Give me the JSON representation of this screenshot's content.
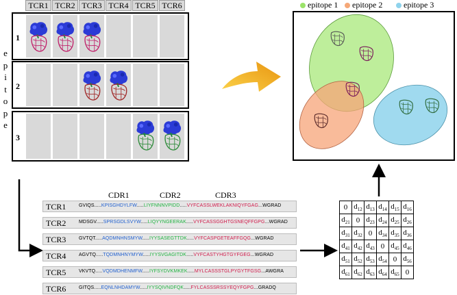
{
  "tcr_headers": [
    "TCR1",
    "TCR2",
    "TCR3",
    "TCR4",
    "TCR5",
    "TCR6"
  ],
  "epitope_label_letters": [
    "e",
    "p",
    "i",
    "t",
    "o",
    "p",
    "e"
  ],
  "rows": [
    {
      "num": "1",
      "filled": [
        0,
        1,
        2
      ]
    },
    {
      "num": "2",
      "filled": [
        2,
        3
      ]
    },
    {
      "num": "3",
      "filled": [
        4,
        5
      ]
    }
  ],
  "legend": [
    {
      "label": "epitope 1",
      "color": "#9be36a"
    },
    {
      "label": "epitope 2",
      "color": "#f5a878"
    },
    {
      "label": "epitope 3",
      "color": "#8fd3ec"
    }
  ],
  "colors": {
    "cdr1": "#1f5fcf",
    "cdr2": "#1fb340",
    "cdr3": "#d01a4a",
    "mol_blue": "#2b3bd6",
    "mol_pink": "#c0206a",
    "mol_red": "#a02828",
    "mol_green": "#2e8b3a",
    "arrow_orange": "#f6b020"
  },
  "cdr_headers": {
    "cdr1": "CDR1",
    "cdr2": "CDR2",
    "cdr3": "CDR3"
  },
  "sequences": [
    {
      "name": "TCR1",
      "pre": "GVIQS",
      "c1": "KPISGHDYLFW",
      "c2": "LIYFNNNVPIDD",
      "c3": "VYFCASSLWEKLAKNIQYFGAG",
      "post": "WGRAD"
    },
    {
      "name": "TCR2",
      "pre": "MDSGV",
      "c1": "SPRSGDLSVYW",
      "c2": "LIQYYNGEERAK",
      "c3": "VYFCASSGGHTGSNEQFFGPG",
      "post": "WGRAD"
    },
    {
      "name": "TCR3",
      "pre": "GVTQT",
      "c1": "AQDMNHNSMYW",
      "c2": "IYYSASEGTTDK",
      "c3": "VYFCASPGETEAFFGQG",
      "post": "WGRAD"
    },
    {
      "name": "TCR4",
      "pre": "AGVTQ",
      "c1": "TQDMNHNYMYW",
      "c2": "IYYSVGAGITDK",
      "c3": "VYFCASTYHGTGYFGEG",
      "post": "WGRAD"
    },
    {
      "name": "TCR5",
      "pre": "VKVTQ",
      "c1": "VQDMDHENMFW",
      "c2": "IYFSYDVKMKEK",
      "c3": "MYLCASSSTGLPYGYTFGSG",
      "post": "AWGRA"
    },
    {
      "name": "TCR6",
      "pre": "GITQS",
      "c1": "EQNLNHDAMYW",
      "c2": "IYYSQIVNDFQK",
      "c3": "FYLCASSSRSSYEQYFGPG",
      "post": "GRADQ"
    }
  ],
  "dots": ".....",
  "matrix": [
    [
      [
        "0",
        ""
      ],
      [
        "d",
        "12"
      ],
      [
        "d",
        "13"
      ],
      [
        "d",
        "14"
      ],
      [
        "d",
        "15"
      ],
      [
        "d",
        "16"
      ]
    ],
    [
      [
        "d",
        "21"
      ],
      [
        "0",
        ""
      ],
      [
        "d",
        "23"
      ],
      [
        "d",
        "24"
      ],
      [
        "d",
        "25"
      ],
      [
        "d",
        "26"
      ]
    ],
    [
      [
        "d",
        "31"
      ],
      [
        "d",
        "32"
      ],
      [
        "0",
        ""
      ],
      [
        "d",
        "34"
      ],
      [
        "d",
        "35"
      ],
      [
        "d",
        "36"
      ]
    ],
    [
      [
        "d",
        "41"
      ],
      [
        "d",
        "42"
      ],
      [
        "d",
        "43"
      ],
      [
        "0",
        ""
      ],
      [
        "d",
        "45"
      ],
      [
        "d",
        "46"
      ]
    ],
    [
      [
        "d",
        "51"
      ],
      [
        "d",
        "52"
      ],
      [
        "d",
        "53"
      ],
      [
        "d",
        "54"
      ],
      [
        "0",
        ""
      ],
      [
        "d",
        "56"
      ]
    ],
    [
      [
        "d",
        "61"
      ],
      [
        "d",
        "62"
      ],
      [
        "d",
        "63"
      ],
      [
        "d",
        "64"
      ],
      [
        "d",
        "65"
      ],
      [
        "0",
        ""
      ]
    ]
  ]
}
